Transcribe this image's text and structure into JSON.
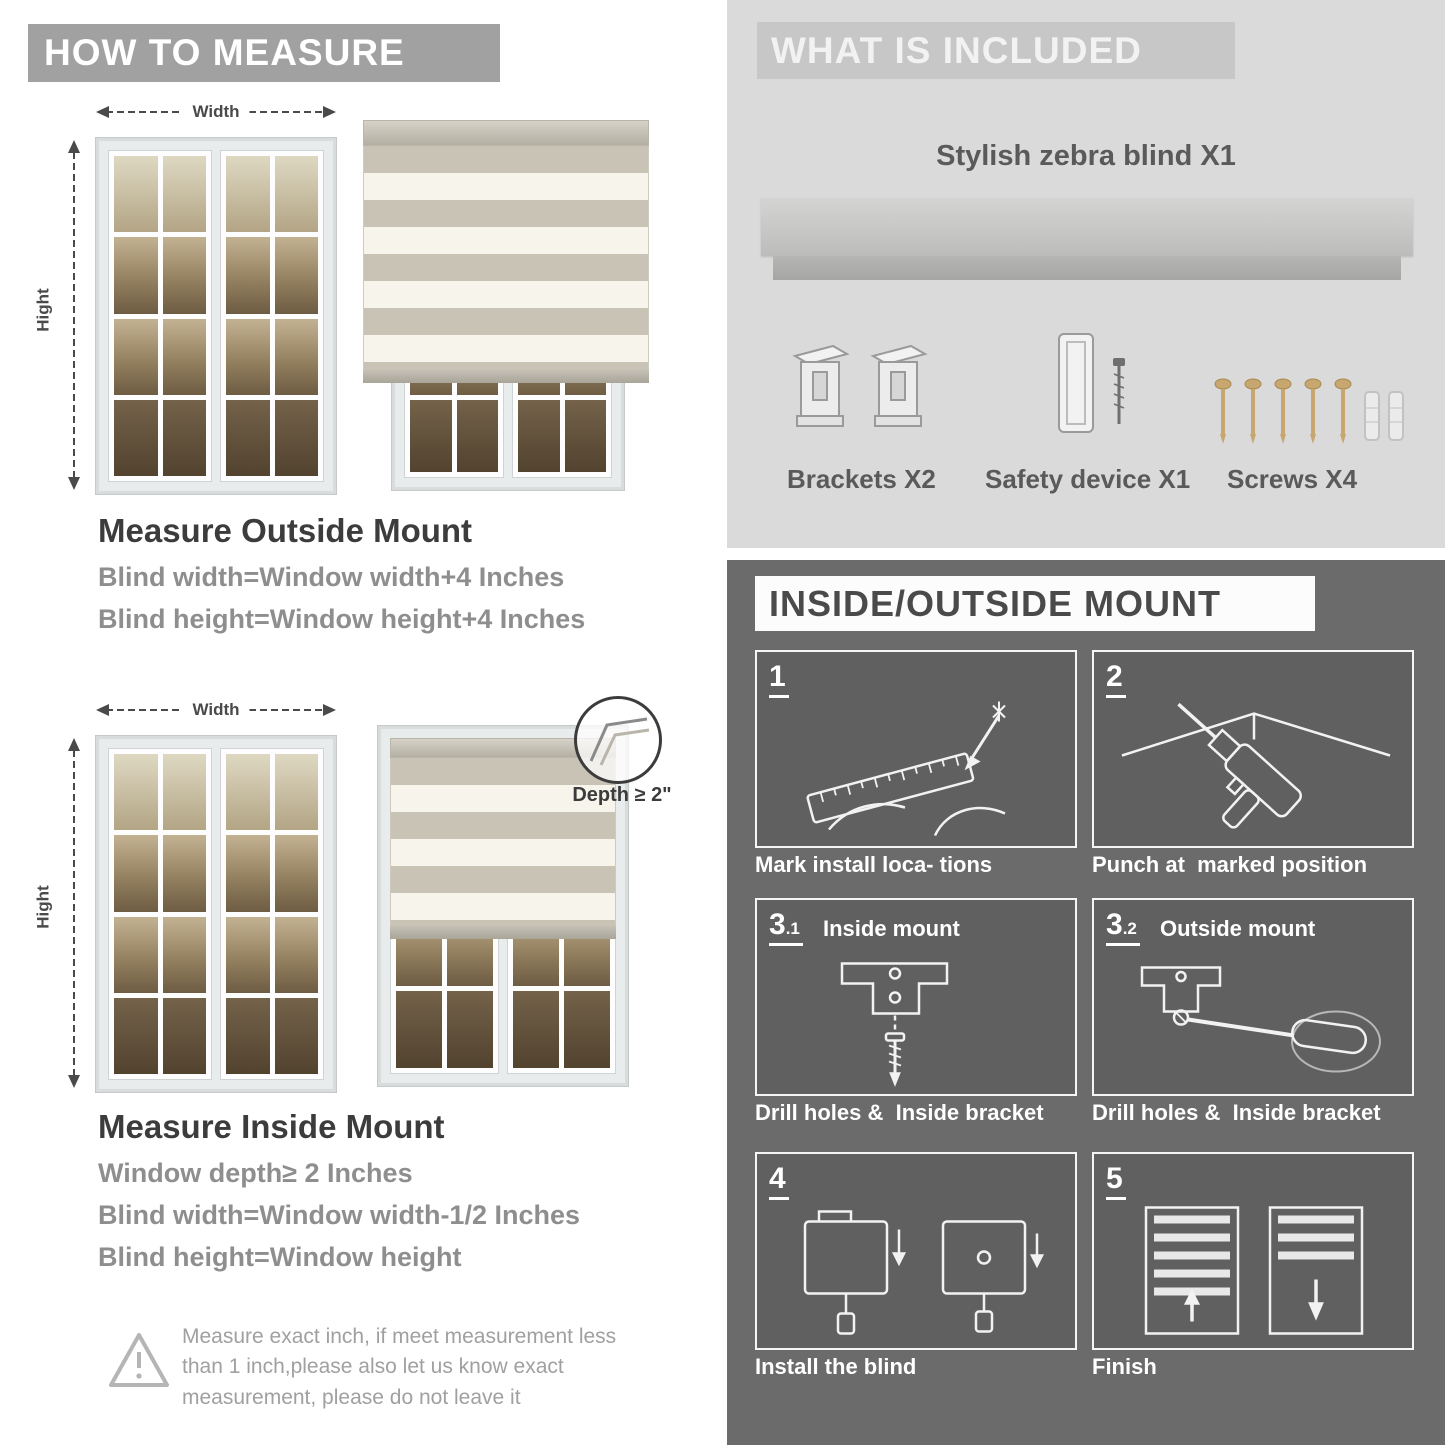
{
  "colors": {
    "banner_gray": "#a1a1a1",
    "included_bg": "#dadada",
    "included_banner": "#c7c7c7",
    "dark_bg": "#6b6b6b",
    "step_panel_bg": "#606060",
    "title_text": "#3c3c3c",
    "formula_text": "#8e8e8e",
    "label_text": "#5a5a5a"
  },
  "how_to_measure": {
    "header": "HOW TO MEASURE",
    "outside": {
      "width_label": "Width",
      "height_label": "Hight",
      "title": "Measure Outside Mount",
      "formula1": "Blind width=Window width+4 Inches",
      "formula2": "Blind height=Window height+4 Inches"
    },
    "inside": {
      "width_label": "Width",
      "height_label": "Hight",
      "depth_label": "Depth ≥ 2\"",
      "title": "Measure Inside Mount",
      "formula1": "Window depth≥ 2 Inches",
      "formula2": "Blind width=Window width-1/2 Inches",
      "formula3": "Blind height=Window height"
    },
    "note": "Measure exact inch, if meet measurement less than 1 inch,please also let us know exact measurement, please do not leave it"
  },
  "included": {
    "header": "WHAT IS INCLUDED",
    "product_label": "Stylish zebra blind X1",
    "items": [
      {
        "icon": "bracket-icon",
        "label": "Brackets X2"
      },
      {
        "icon": "safety-device-icon",
        "label": "Safety device X1"
      },
      {
        "icon": "screw-icon",
        "label": "Screws X4"
      }
    ]
  },
  "mount_guide": {
    "header": "INSIDE/OUTSIDE MOUNT",
    "steps": [
      {
        "num": "1",
        "sub": "",
        "label": "",
        "caption": "Mark install loca- tions",
        "icon": "measure-mark-illustration"
      },
      {
        "num": "2",
        "sub": "",
        "label": "",
        "caption": "Punch at  marked position",
        "icon": "drill-illustration"
      },
      {
        "num": "3",
        "sub": ".1",
        "label": "Inside mount",
        "caption": "Drill holes &  Inside bracket",
        "icon": "bracket-screw-illustration"
      },
      {
        "num": "3",
        "sub": ".2",
        "label": "Outside mount",
        "caption": "Drill holes &  Inside bracket",
        "icon": "screwdriver-bracket-illustration"
      },
      {
        "num": "4",
        "sub": "",
        "label": "",
        "caption": "Install the blind",
        "icon": "install-blind-illustration"
      },
      {
        "num": "5",
        "sub": "",
        "label": "",
        "caption": "Finish",
        "icon": "finished-blind-illustration"
      }
    ]
  }
}
